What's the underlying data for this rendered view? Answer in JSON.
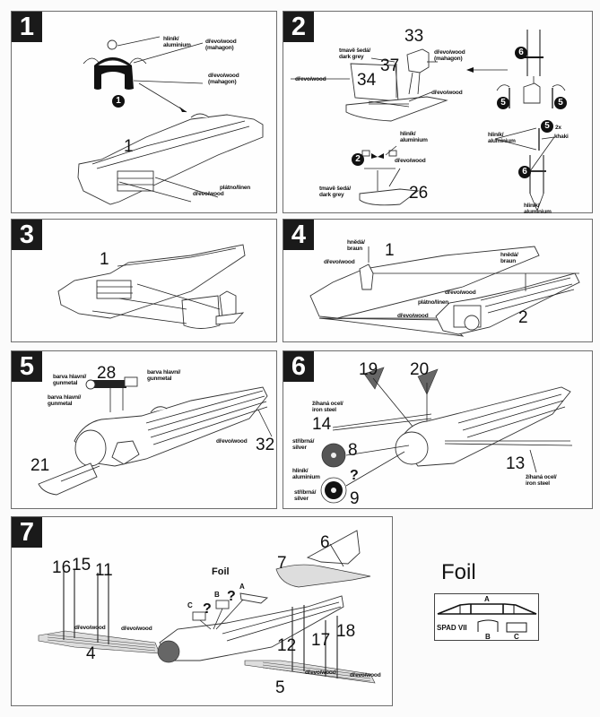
{
  "document": "SPAD VII assembly instructions sheet",
  "panels": [
    {
      "step": "1",
      "parts": [
        "1"
      ],
      "callouts": [
        "1"
      ],
      "labels": {
        "instrument_gauge": "hliník/\naluminium",
        "panel_top": "dřevo/wood\n(mahagon)",
        "panel_side": "dřevo/wood\n(mahagon)",
        "fabric": "plátno/linen",
        "frame": "dřevo/wood"
      }
    },
    {
      "step": "2",
      "parts": [
        "33",
        "37",
        "34",
        "26"
      ],
      "callouts": [
        "6",
        "5",
        "5",
        "2",
        "5",
        "6"
      ],
      "multiplier": "2x",
      "labels": {
        "floor_colour": "tmavě šedá/\ndark grey",
        "seat": "dřevo/wood\n(mahagon)",
        "bulkhead": "dřevo/wood",
        "floor": "dřevo/wood",
        "bracket": "hliník/\naluminium",
        "rudder_bar": "dřevo/wood",
        "rudder_floor": "tmavě šedá/\ndark grey",
        "stick_ends": "hliník/\naluminium",
        "stick_body": "khaki",
        "frame_feet": "hliník/\naluminium"
      }
    },
    {
      "step": "3",
      "parts": [
        "1"
      ]
    },
    {
      "step": "4",
      "parts": [
        "1",
        "2"
      ],
      "labels": {
        "headrest_left": "hnědá/\nbraun",
        "coaming_left": "dřevo/wood",
        "headrest_right": "hnědá/\nbraun",
        "coaming_right": "dřevo/wood",
        "fabric": "plátno/linen",
        "nose": "dřevo/wood"
      }
    },
    {
      "step": "5",
      "parts": [
        "28",
        "21",
        "32"
      ],
      "labels": {
        "gun": "barva hlavní/\ngunmetal",
        "gun_mount": "barva hlavní/\ngunmetal",
        "sight": "barva hlavní/\ngunmetal",
        "tailskid": "dřevo/wood"
      }
    },
    {
      "step": "6",
      "parts": [
        "19",
        "20",
        "14",
        "8",
        "9",
        "13"
      ],
      "labels": {
        "axle_left": "žíhaná ocel/\niron steel",
        "wheel8_hub": "stříbrná/\nsilver",
        "wheel_rim": "hliník/\naluminium",
        "wheel9_hub": "stříbrná/\nsilver",
        "axle_right": "žíhaná ocel/\niron steel"
      },
      "question_mark": "?"
    },
    {
      "step": "7",
      "parts": [
        "16",
        "15",
        "11",
        "4",
        "6",
        "7",
        "12",
        "17",
        "18",
        "5"
      ],
      "foil_label": "Foil",
      "foil_parts": [
        "A",
        "B",
        "C"
      ],
      "question_marks": [
        "?",
        "?"
      ],
      "labels": {
        "struts_left_a": "dřevo/wood",
        "struts_left_b": "dřevo/wood",
        "struts_right_a": "dřevo/wood",
        "struts_right_b": "dřevo/wood"
      }
    }
  ],
  "foil_legend": {
    "title": "Foil",
    "model": "SPAD VII",
    "parts": [
      "A",
      "B",
      "C"
    ]
  }
}
